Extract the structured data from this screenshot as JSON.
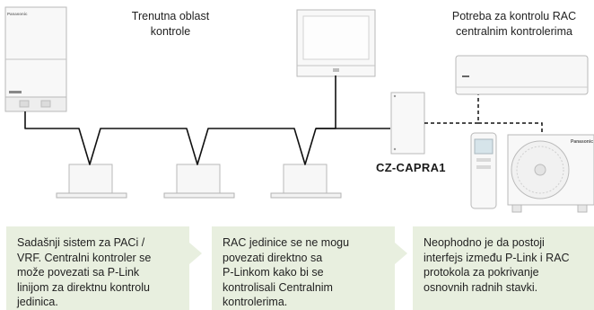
{
  "labels": {
    "current_area": "Trenutna oblast\nkontrole",
    "rac_need": "Potreba za kontrolu RAC\ncentralnim kontrolerima",
    "adapter_model": "CZ-CAPRA1"
  },
  "brand": "Panasonic",
  "boxes": [
    {
      "text": "Sadašnji sistem za PACi /\nVRF. Centralni kontroler se\nmože povezati sa P-Link\nlinijom za direktnu kontrolu\njedinica."
    },
    {
      "text": "RAC jedinice se ne mogu\npovezati direktno sa\nP-Linkom kako bi se\nkontrolisali Centralnim\nkontrolerima."
    },
    {
      "text": "Neophodno je da postoji\ninterfejs između P-Link i RAC\nprotokola za pokrivanje\nosnovnih radnih stavki."
    }
  ],
  "colors": {
    "box_fill": "#e8efdf",
    "line": "#111111",
    "unit_stroke": "#b9b9b9",
    "unit_fill": "#f7f7f7"
  }
}
